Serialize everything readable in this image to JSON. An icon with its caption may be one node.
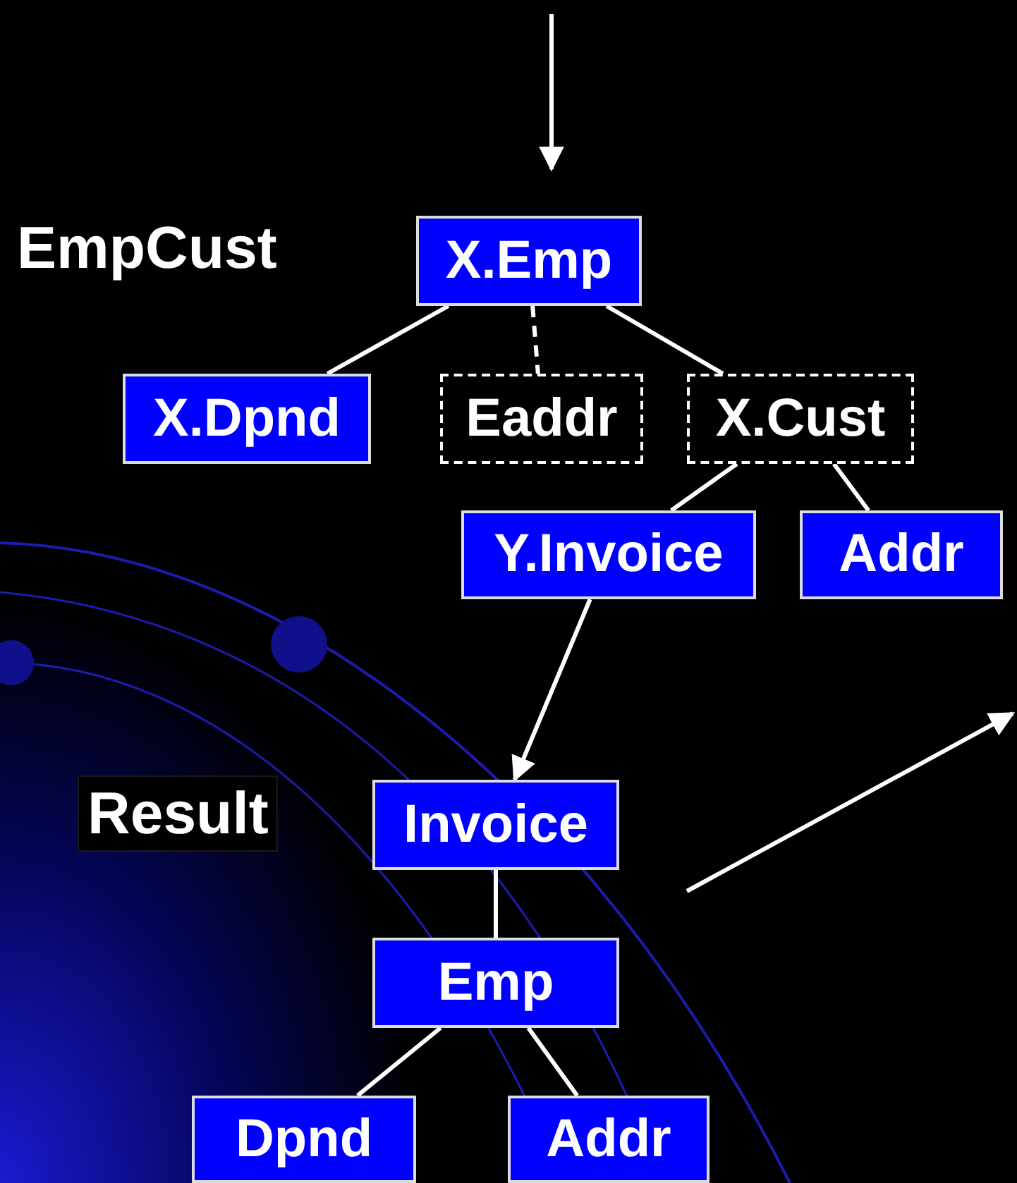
{
  "diagram": {
    "nodes": [
      {
        "text": [
          "X.Emp"
        ]
      },
      {
        "text": [
          "X.Dpnd"
        ]
      },
      {
        "text": [
          "Eaddr"
        ]
      },
      {
        "text": [
          "X.Cust"
        ]
      },
      {
        "text": [
          "Y.Invoice"
        ]
      },
      {
        "text": [
          "Addr"
        ]
      },
      {
        "text": [
          "Invoice"
        ]
      },
      {
        "text": [
          "Emp"
        ]
      },
      {
        "text": [
          "Dpnd"
        ]
      },
      {
        "text": [
          "Addr"
        ]
      }
    ],
    "edges": [
      {
        "from": null,
        "to": 0,
        "arrow": "to"
      },
      {
        "from": 0,
        "to": 1,
        "arrow": "none"
      },
      {
        "from": 0,
        "to": 2,
        "arrow": "none",
        "style": "dashed"
      },
      {
        "from": 0,
        "to": 3,
        "arrow": "none"
      },
      {
        "from": 3,
        "to": 4,
        "arrow": "none"
      },
      {
        "from": 3,
        "to": 5,
        "arrow": "none"
      },
      {
        "from": 4,
        "to": 6,
        "arrow": "to"
      },
      {
        "from": 6,
        "to": 7,
        "arrow": "none"
      },
      {
        "from": 7,
        "to": 8,
        "arrow": "none"
      },
      {
        "from": 7,
        "to": 9,
        "arrow": "none"
      }
    ],
    "labels": [
      "EmpCust",
      "Result"
    ]
  }
}
